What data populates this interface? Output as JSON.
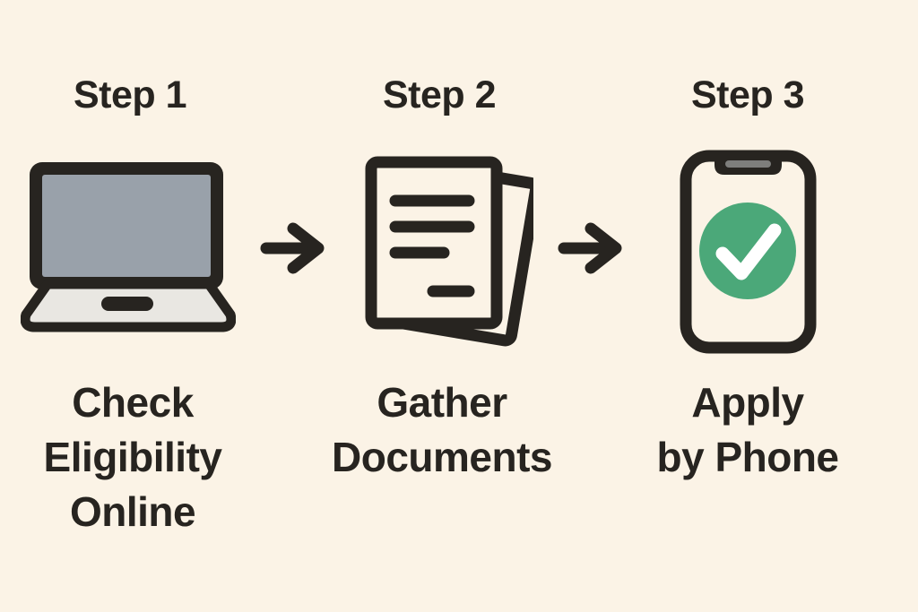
{
  "title": "Three-step application process infographic",
  "steps": [
    {
      "label": "Step 1",
      "icon": "laptop-icon",
      "caption_lines": [
        "Check",
        "Eligibility",
        "Online"
      ]
    },
    {
      "label": "Step 2",
      "icon": "documents-icon",
      "caption_lines": [
        "Gather",
        "Documents"
      ]
    },
    {
      "label": "Step 3",
      "icon": "phone-check-icon",
      "caption_lines": [
        "Apply",
        "by Phone"
      ]
    }
  ],
  "arrows": [
    {
      "name": "arrow-step1-to-step2",
      "glyph": "→"
    },
    {
      "name": "arrow-step2-to-step3",
      "glyph": "→"
    }
  ],
  "colors": {
    "bg": "#FBF3E6",
    "ink": "#272420",
    "screen_gray": "#99A1AA",
    "base_gray": "#E9E7E2",
    "green": "#4BA879",
    "check": "#FFFFFF",
    "speaker_gray": "#7E7E7C"
  }
}
